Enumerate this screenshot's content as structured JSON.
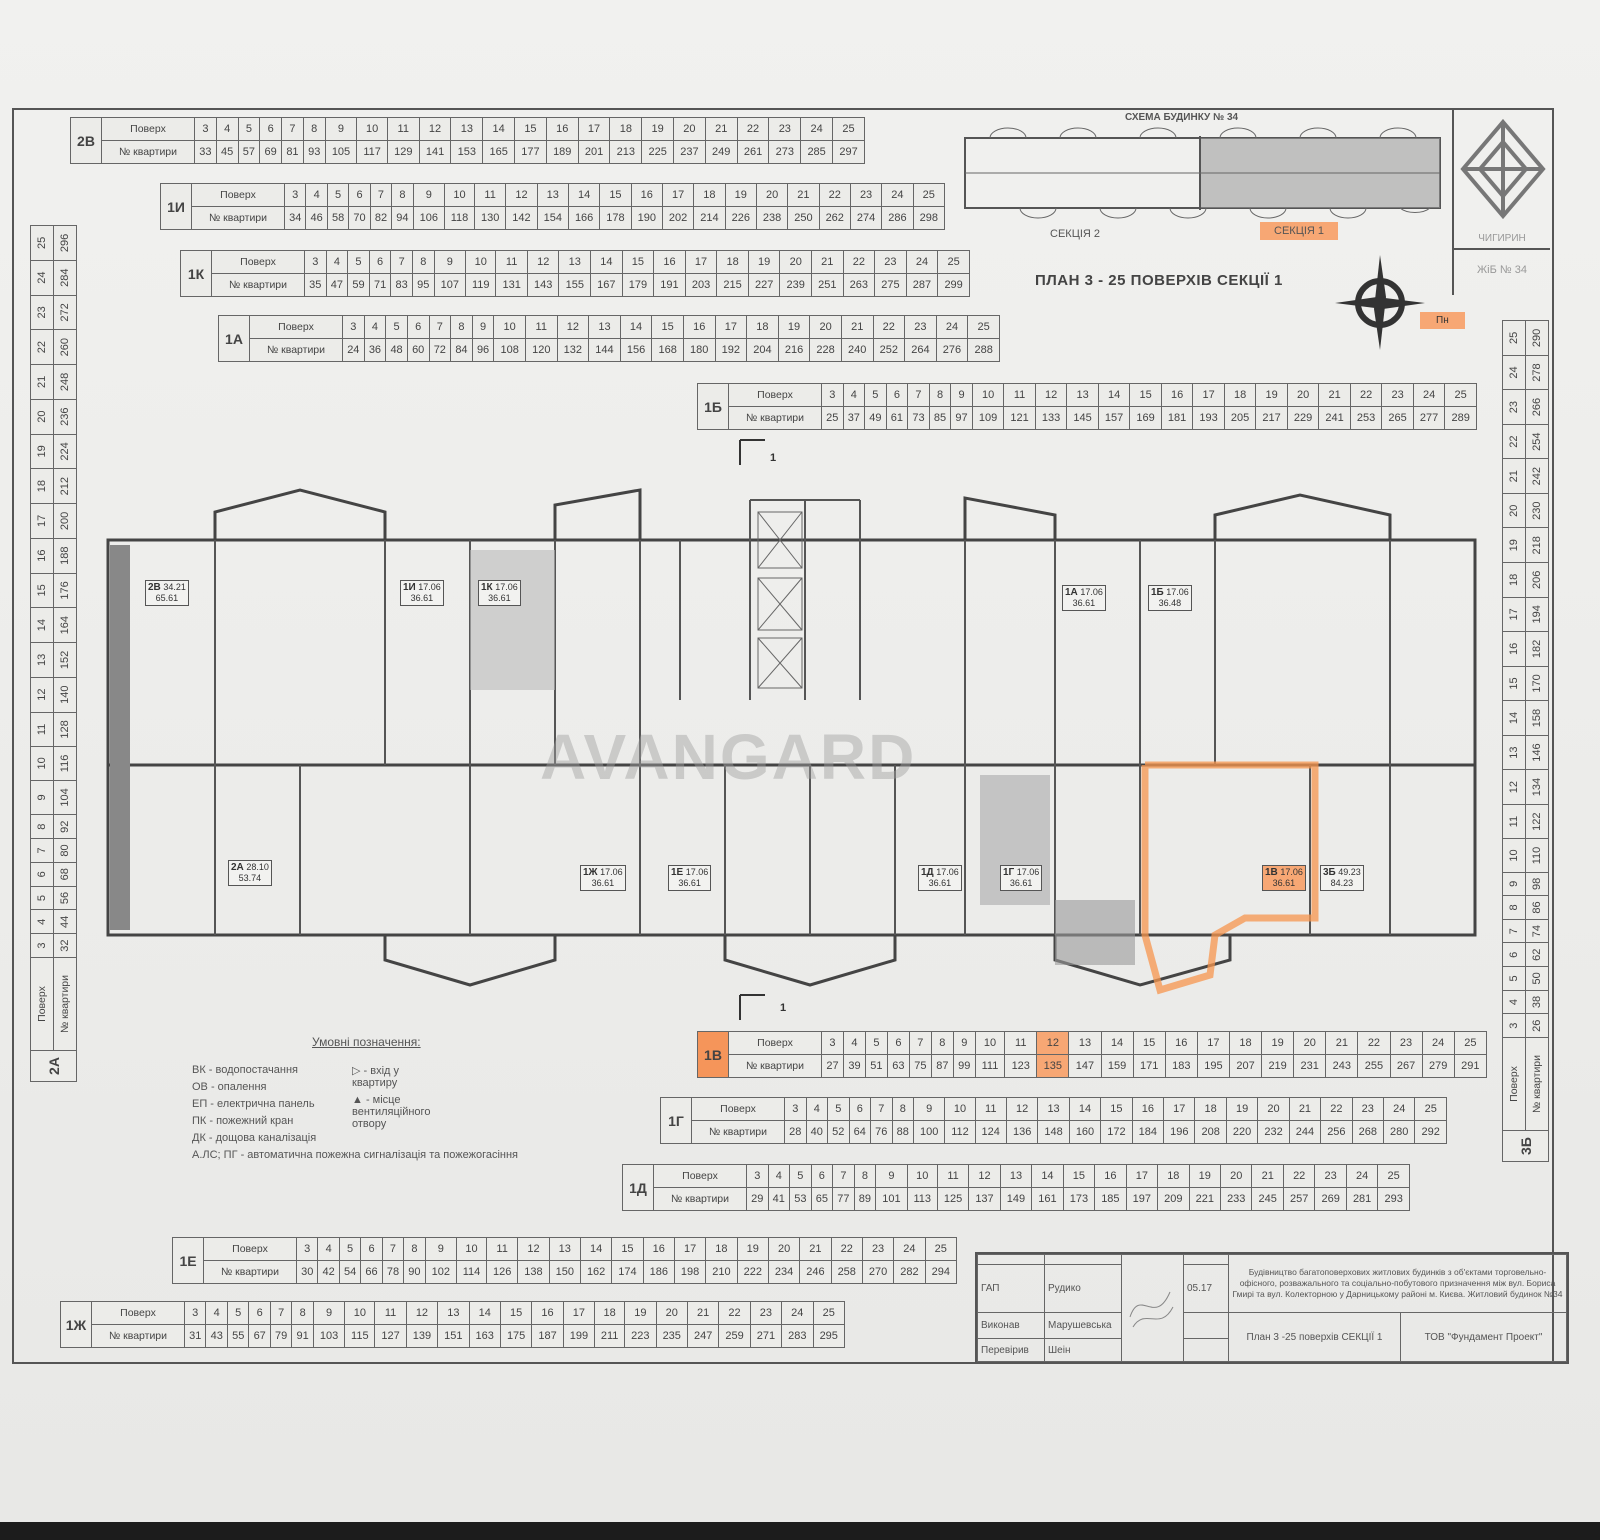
{
  "labels": {
    "floor": "Поверх",
    "apartment": "№ квартири"
  },
  "floors": [
    "3",
    "4",
    "5",
    "6",
    "7",
    "8",
    "9",
    "10",
    "11",
    "12",
    "13",
    "14",
    "15",
    "16",
    "17",
    "18",
    "19",
    "20",
    "21",
    "22",
    "23",
    "24",
    "25"
  ],
  "tables": {
    "t2V": {
      "code": "2В",
      "apartments": [
        33,
        45,
        57,
        69,
        81,
        93,
        105,
        117,
        129,
        141,
        153,
        165,
        177,
        189,
        201,
        213,
        225,
        237,
        249,
        261,
        273,
        285,
        297
      ]
    },
    "t1I": {
      "code": "1И",
      "apartments": [
        34,
        46,
        58,
        70,
        82,
        94,
        106,
        118,
        130,
        142,
        154,
        166,
        178,
        190,
        202,
        214,
        226,
        238,
        250,
        262,
        274,
        286,
        298
      ]
    },
    "t1K": {
      "code": "1К",
      "apartments": [
        35,
        47,
        59,
        71,
        83,
        95,
        107,
        119,
        131,
        143,
        155,
        167,
        179,
        191,
        203,
        215,
        227,
        239,
        251,
        263,
        275,
        287,
        299
      ]
    },
    "t1A": {
      "code": "1А",
      "apartments": [
        24,
        36,
        48,
        60,
        72,
        84,
        96,
        108,
        120,
        132,
        144,
        156,
        168,
        180,
        192,
        204,
        216,
        228,
        240,
        252,
        264,
        276,
        288
      ]
    },
    "t1B": {
      "code": "1Б",
      "apartments": [
        25,
        37,
        49,
        61,
        73,
        85,
        97,
        109,
        121,
        133,
        145,
        157,
        169,
        181,
        193,
        205,
        217,
        229,
        241,
        253,
        265,
        277,
        289
      ]
    },
    "t1V": {
      "code": "1В",
      "highlight_floor": "12",
      "apartments": [
        27,
        39,
        51,
        63,
        75,
        87,
        99,
        111,
        123,
        135,
        147,
        159,
        171,
        183,
        195,
        207,
        219,
        231,
        243,
        255,
        267,
        279,
        291
      ]
    },
    "t1G": {
      "code": "1Г",
      "apartments": [
        28,
        40,
        52,
        64,
        76,
        88,
        100,
        112,
        124,
        136,
        148,
        160,
        172,
        184,
        196,
        208,
        220,
        232,
        244,
        256,
        268,
        280,
        292
      ]
    },
    "t1D": {
      "code": "1Д",
      "apartments": [
        29,
        41,
        53,
        65,
        77,
        89,
        101,
        113,
        125,
        137,
        149,
        161,
        173,
        185,
        197,
        209,
        221,
        233,
        245,
        257,
        269,
        281,
        293
      ]
    },
    "t1E": {
      "code": "1Е",
      "apartments": [
        30,
        42,
        54,
        66,
        78,
        90,
        102,
        114,
        126,
        138,
        150,
        162,
        174,
        186,
        198,
        210,
        222,
        234,
        246,
        258,
        270,
        282,
        294
      ]
    },
    "t1Zh": {
      "code": "1Ж",
      "apartments": [
        31,
        43,
        55,
        67,
        79,
        91,
        103,
        115,
        127,
        139,
        151,
        163,
        175,
        187,
        199,
        211,
        223,
        235,
        247,
        259,
        271,
        283,
        295
      ]
    },
    "t2A": {
      "code": "2А",
      "apartments": [
        32,
        44,
        56,
        68,
        80,
        92,
        104,
        116,
        128,
        140,
        152,
        164,
        176,
        188,
        200,
        212,
        224,
        236,
        248,
        260,
        272,
        284,
        296
      ]
    },
    "t3B": {
      "code": "3Б",
      "apartments": [
        26,
        38,
        50,
        62,
        74,
        86,
        98,
        110,
        122,
        134,
        146,
        158,
        170,
        182,
        194,
        206,
        218,
        230,
        242,
        254,
        266,
        278,
        290
      ]
    }
  },
  "scheme": {
    "title": "СХЕМА БУДИНКУ № 34",
    "section2": "СЕКЦІЯ 2",
    "section1": "СЕКЦІЯ 1"
  },
  "plan_title": "ПЛАН 3 - 25 ПОВЕРХІВ СЕКЦІЇ 1",
  "compass_label": "Пн",
  "logo": {
    "text": "ЧИГИРИН",
    "code": "ЖіБ № 34"
  },
  "section_marker": "1",
  "watermark": "AVANGARD",
  "plan_apartments": [
    {
      "code": "2В",
      "living": "34.21",
      "total": "65.61"
    },
    {
      "code": "1И",
      "living": "17.06",
      "total": "36.61"
    },
    {
      "code": "1К",
      "living": "17.06",
      "total": "36.61"
    },
    {
      "code": "1А",
      "living": "17.06",
      "total": "36.61"
    },
    {
      "code": "1Б",
      "living": "17.06",
      "total": "36.48"
    },
    {
      "code": "2А",
      "living": "28.10",
      "total": "53.74"
    },
    {
      "code": "1Ж",
      "living": "17.06",
      "total": "36.61"
    },
    {
      "code": "1Е",
      "living": "17.06",
      "total": "36.61"
    },
    {
      "code": "1Д",
      "living": "17.06",
      "total": "36.61"
    },
    {
      "code": "1Г",
      "living": "17.06",
      "total": "36.61"
    },
    {
      "code": "1В",
      "living": "17.06",
      "total": "36.61"
    },
    {
      "code": "3Б",
      "living": "49.23",
      "total": "84.23"
    }
  ],
  "legend": {
    "heading": "Умовні позначення:",
    "items": [
      "ВК - водопостачання",
      "ОВ - опалення",
      "ЕП - електрична панель",
      "ПК - пожежний кран",
      "ДК - дощова каналізація",
      "А.ЛС; ПГ - автоматична пожежна сигналізація та пожежогасіння"
    ],
    "entry": "- вхід у квартиру",
    "vent": "- місце вентиляційного отвору"
  },
  "title_block": {
    "roles": [
      "ГАП",
      "Виконав",
      "Перевірив"
    ],
    "names": [
      "Рудико",
      "Марушевська",
      "Шеін"
    ],
    "date": "05.17",
    "project": "Будівництво багатоповерхових житлових будинків з об'єктами торговельно-офісного, розважального та соціально-побутового призначення між вул. Бориса Гмирі та вул. Колекторною у Дарницькому районі м. Києва. Житловий будинок №34",
    "sheet": "План 3 -25 поверхів СЕКЦІЇ 1",
    "company": "ТОВ \"Фундамент Проект\""
  }
}
